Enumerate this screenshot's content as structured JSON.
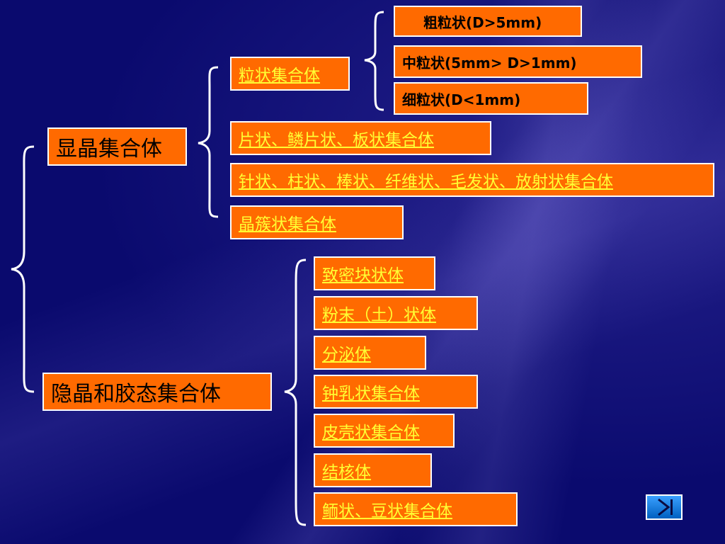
{
  "colors": {
    "box_fill": "#ff6a00",
    "box_border": "#ffffff",
    "link_text": "#ffff33",
    "background": "#0a0a6e"
  },
  "root": {
    "group1": {
      "label": "显晶集合体",
      "children": {
        "granular": {
          "label": "粒状集合体",
          "sizes": [
            "粗粒状(D>5mm)",
            "中粒状(5mm> D>1mm)",
            "细粒状(D<1mm)"
          ]
        },
        "flaky": "片状、鳞片状、板状集合体",
        "acicular": "针状、柱状、棒状、纤维状、毛发状、放射状集合体",
        "druse": "晶簇状集合体"
      }
    },
    "group2": {
      "label": "隐晶和胶态集合体",
      "children": [
        "致密块状体",
        "粉末（土）状体",
        "分泌体",
        "钟乳状集合体",
        "皮壳状集合体",
        "结核体",
        "鲕状、豆状集合体"
      ]
    }
  },
  "nav": {
    "icon": "play-end-icon"
  }
}
